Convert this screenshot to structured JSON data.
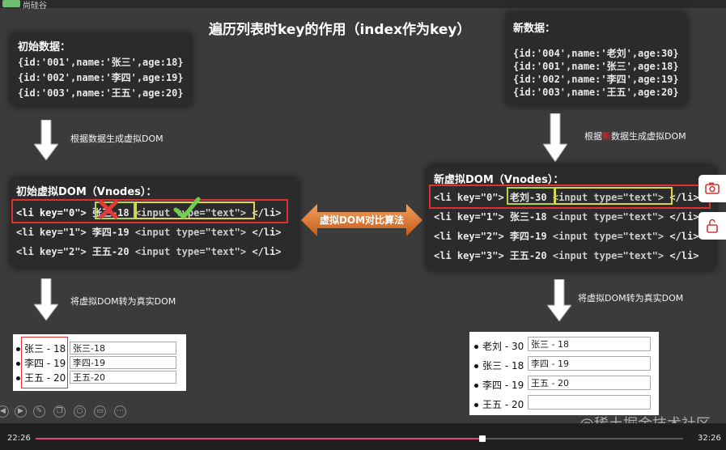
{
  "brand": "尚硅谷",
  "title": "遍历列表时key的作用（index作为key）",
  "initial_data": {
    "title": "初始数据：",
    "rows": [
      "{id:'001',name:'张三',age:18}",
      "{id:'002',name:'李四',age:19}",
      "{id:'003',name:'王五',age:20}"
    ]
  },
  "new_data": {
    "title": "新数据：",
    "rows": [
      "{id:'004',name:'老刘',age:30}",
      "{id:'001',name:'张三',age:18}",
      "{id:'002',name:'李四',age:19}",
      "{id:'003',name:'王五',age:20}"
    ]
  },
  "captions": {
    "gen_left": "根据数据生成虚拟DOM",
    "gen_right_pre": "根据",
    "gen_right_mark": "新",
    "gen_right_post": "数据生成虚拟DOM",
    "to_real_left": "将虚拟DOM转为真实DOM",
    "to_real_right": "将虚拟DOM转为真实DOM"
  },
  "initial_vdom": {
    "title": "初始虚拟DOM（Vnodes）：",
    "rows": [
      {
        "pre": "<li key=\"0\"> ",
        "text": "张三-18",
        "input": "<input type=\"text\">",
        "post": " </li>"
      },
      {
        "pre": "<li key=\"1\"> ",
        "text": "李四-19",
        "input": "<input type=\"text\">",
        "post": " </li>"
      },
      {
        "pre": "<li key=\"2\"> ",
        "text": "王五-20",
        "input": "<input type=\"text\">",
        "post": " </li>"
      }
    ]
  },
  "new_vdom": {
    "title": "新虚拟DOM（Vnodes）：",
    "rows": [
      {
        "pre": "<li key=\"0\"> ",
        "text": "老刘-30",
        "input": "<input type=\"text\">",
        "post": " </li>"
      },
      {
        "pre": "<li key=\"1\"> ",
        "text": "张三-18",
        "input": "<input type=\"text\">",
        "post": " </li>"
      },
      {
        "pre": "<li key=\"2\"> ",
        "text": "李四-19",
        "input": "<input type=\"text\">",
        "post": " </li>"
      },
      {
        "pre": "<li key=\"3\"> ",
        "text": "王五-20",
        "input": "<input type=\"text\">",
        "post": " </li>"
      }
    ]
  },
  "diff_label": "虚拟DOM对比算法",
  "real_dom_left": {
    "rows": [
      {
        "label": "张三 - 18",
        "value": "张三-18"
      },
      {
        "label": "李四 - 19",
        "value": "李四-19"
      },
      {
        "label": "王五 - 20",
        "value": "王五-20"
      }
    ]
  },
  "real_dom_right": {
    "rows": [
      {
        "label": "老刘 - 30",
        "value": "张三 - 18"
      },
      {
        "label": "张三 - 18",
        "value": "李四 - 19"
      },
      {
        "label": "李四 - 19",
        "value": "王五 - 20"
      },
      {
        "label": "王五 - 20",
        "value": ""
      }
    ]
  },
  "player": {
    "current_time": "22:26",
    "total_time": "32:26",
    "progress": 0.69
  },
  "watermark": "@稀土掘金技术社区",
  "colors": {
    "highlight_red": "#e03030",
    "highlight_green": "#b4d34a",
    "highlight_yellow": "#e0d54a",
    "diff_arrow": "#e07a2a",
    "progress": "#e0457b"
  }
}
